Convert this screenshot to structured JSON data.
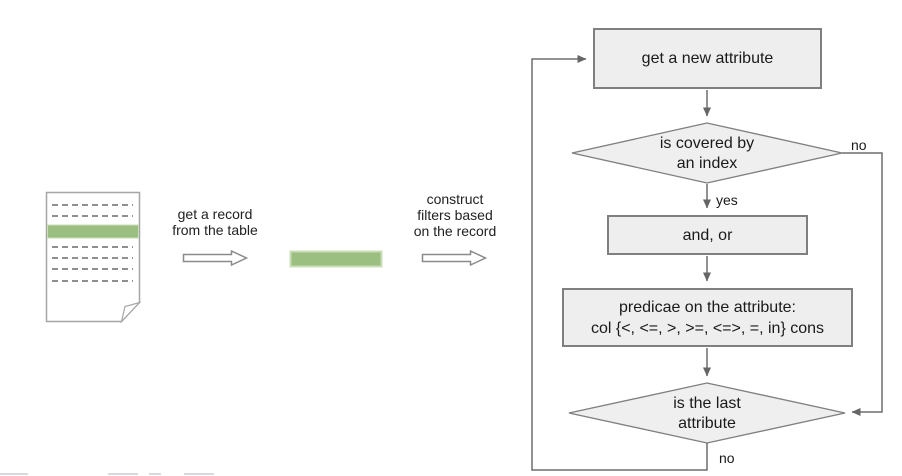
{
  "left_flow": {
    "step1_label": "get a record\nfrom the table",
    "step2_label": "construct\nfilters based\non the record",
    "table_icon": "table-document-with-highlighted-record",
    "record_icon": "highlighted-record-row"
  },
  "flowchart": {
    "nodes": {
      "get_attribute": {
        "type": "process",
        "label": "get a new attribute"
      },
      "is_covered": {
        "type": "decision",
        "label": "is covered by\nan index"
      },
      "and_or": {
        "type": "process",
        "label": "and, or"
      },
      "predicate": {
        "type": "process",
        "label": "predicae on the attribute:\ncol {<, <=, >, >=, <=>, =, in} cons"
      },
      "is_last": {
        "type": "decision",
        "label": "is the last\nattribute"
      }
    },
    "edge_labels": {
      "is_covered_no": "no",
      "is_covered_yes": "yes",
      "is_last_no": "no"
    }
  },
  "colors": {
    "node_fill": "#eeeeee",
    "node_border": "#7f7f7f",
    "connector": "#6e6e6e",
    "record_green": "#9abf80",
    "record_green_border": "#c9ddb6",
    "document_border": "#a6a6a6",
    "dashed_row": "#8f8f8f"
  }
}
